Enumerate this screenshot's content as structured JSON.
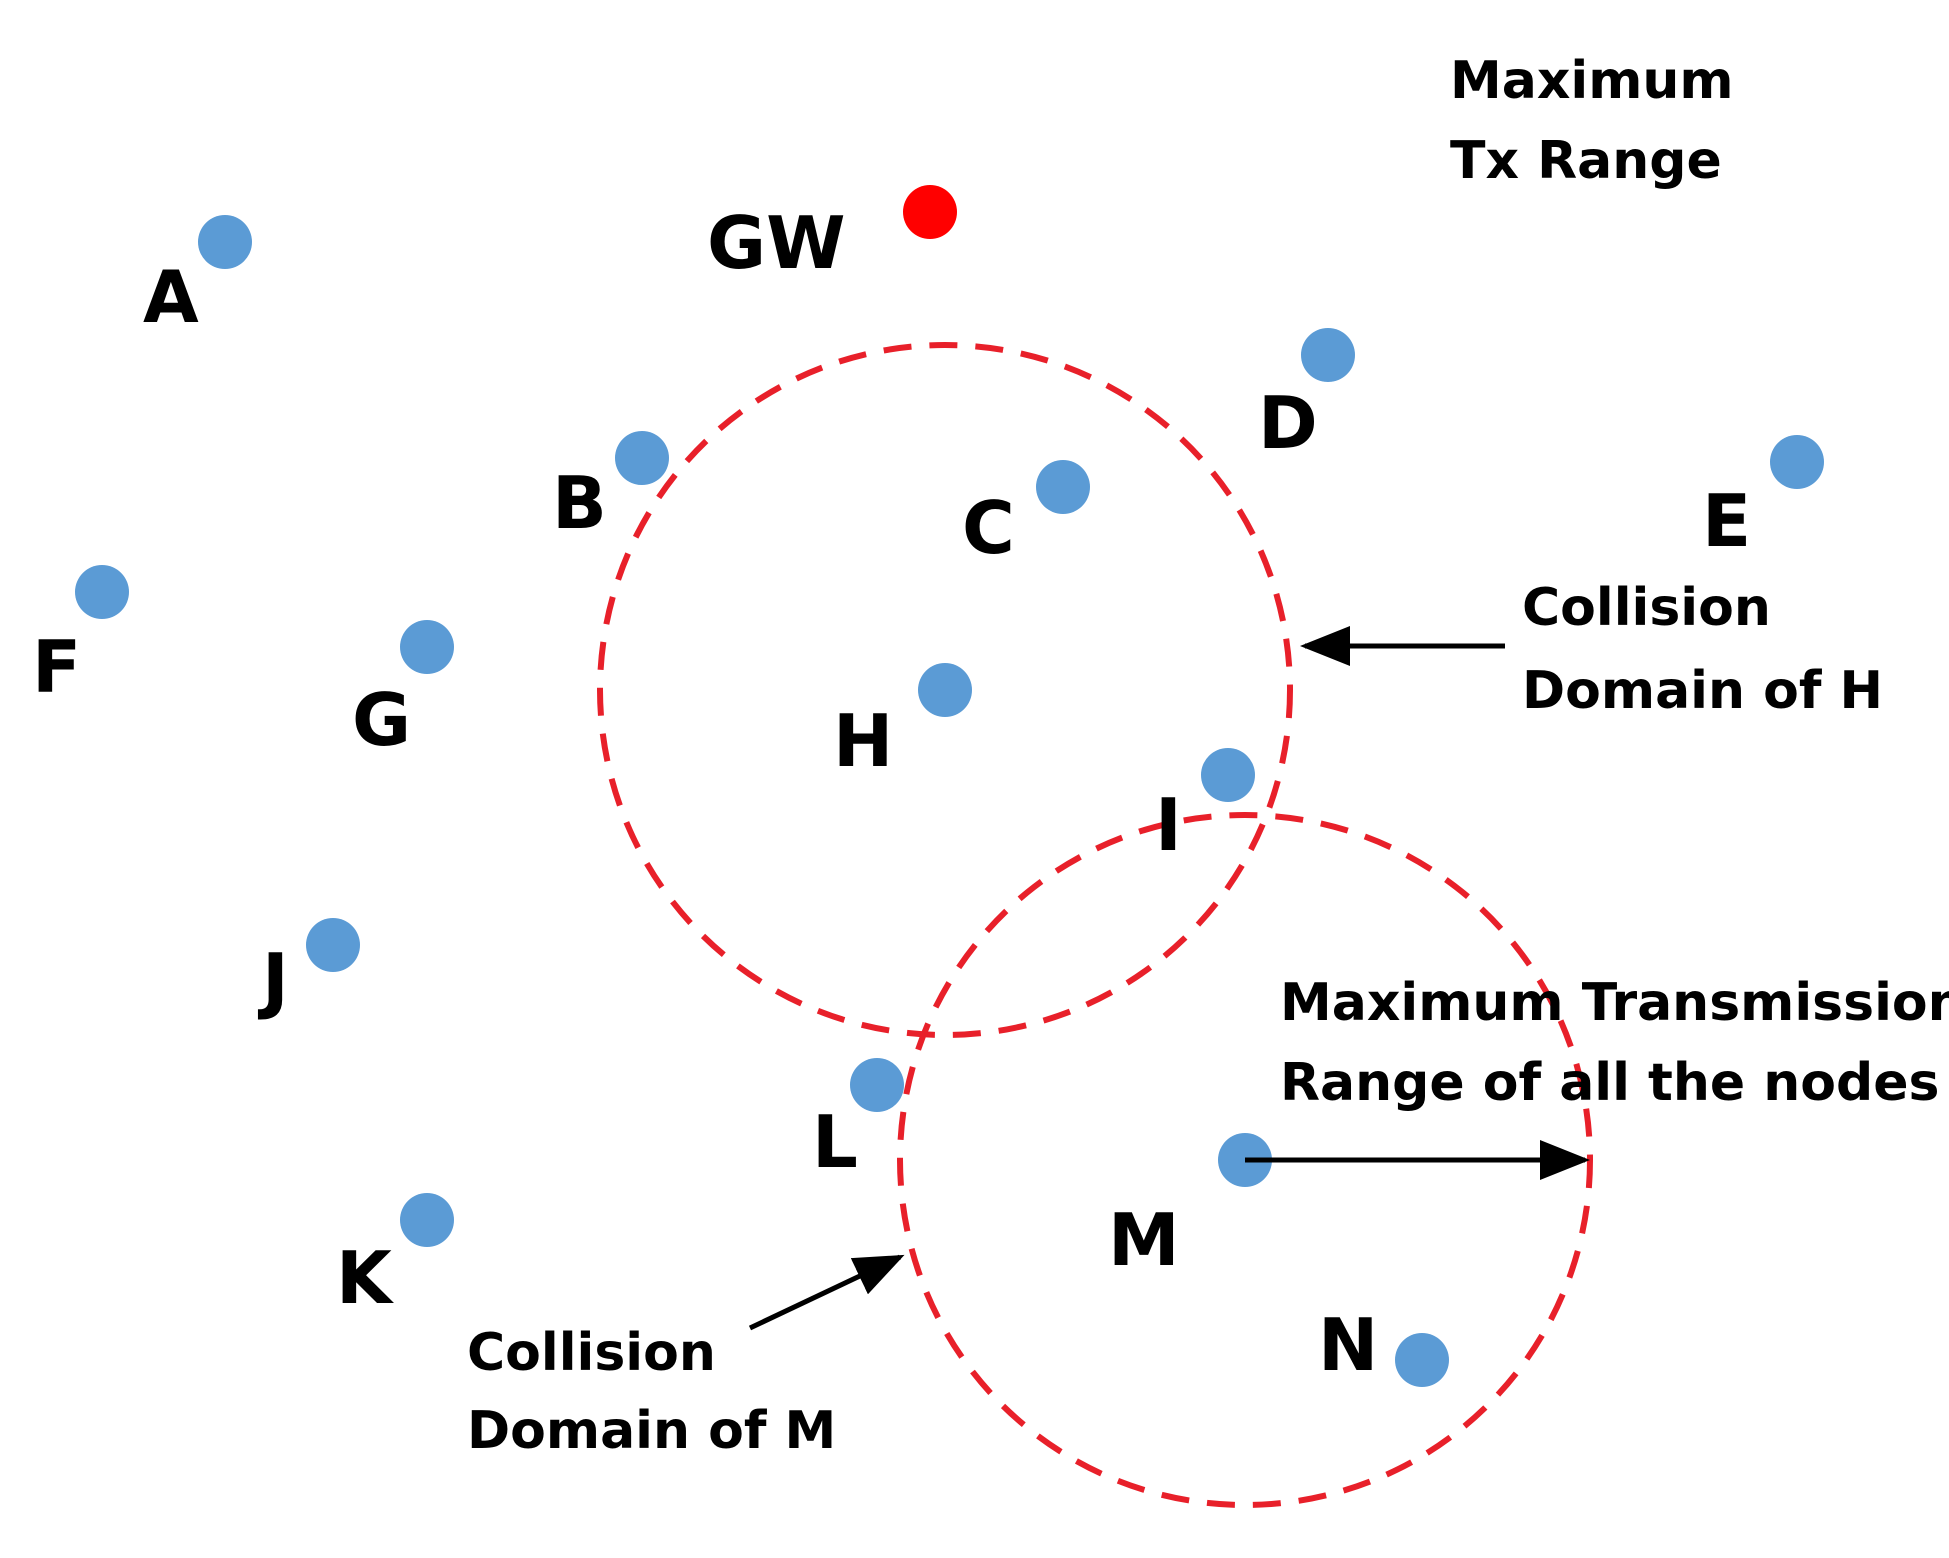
{
  "colors": {
    "node": "#5b9bd5",
    "gateway": "#ff0000",
    "range_circle": "#e8202a",
    "arrow": "#000000",
    "text": "#000000"
  },
  "nodes": [
    {
      "id": "gw",
      "label": "GW",
      "kind": "gateway"
    },
    {
      "id": "a",
      "label": "A",
      "kind": "node"
    },
    {
      "id": "b",
      "label": "B",
      "kind": "node"
    },
    {
      "id": "c",
      "label": "C",
      "kind": "node"
    },
    {
      "id": "d",
      "label": "D",
      "kind": "node"
    },
    {
      "id": "e",
      "label": "E",
      "kind": "node"
    },
    {
      "id": "f",
      "label": "F",
      "kind": "node"
    },
    {
      "id": "g",
      "label": "G",
      "kind": "node"
    },
    {
      "id": "h",
      "label": "H",
      "kind": "node"
    },
    {
      "id": "i",
      "label": "I",
      "kind": "node"
    },
    {
      "id": "j",
      "label": "J",
      "kind": "node"
    },
    {
      "id": "k",
      "label": "K",
      "kind": "node"
    },
    {
      "id": "l",
      "label": "L",
      "kind": "node"
    },
    {
      "id": "m",
      "label": "M",
      "kind": "node"
    },
    {
      "id": "n",
      "label": "N",
      "kind": "node"
    }
  ],
  "annotations": {
    "max_tx_range": [
      "Maximum",
      "Tx Range"
    ],
    "collision_h": [
      "Collision",
      "Domain of H"
    ],
    "collision_m": [
      "Collision",
      "Domain of M"
    ],
    "max_transmission": [
      "Maximum Transmission",
      "Range of all the nodes"
    ]
  }
}
